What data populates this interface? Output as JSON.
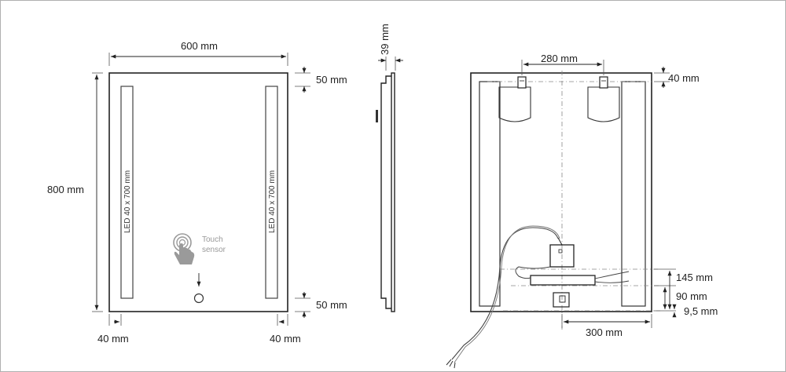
{
  "front": {
    "width_label": "600 mm",
    "height_label": "800 mm",
    "top_margin_label": "50 mm",
    "bottom_margin_label": "50 mm",
    "left_margin_label": "40 mm",
    "right_margin_label": "40 mm",
    "led_left_label": "LED 40 x 700 mm",
    "led_right_label": "LED 40 x 700 mm",
    "touch_label_line1": "Touch",
    "touch_label_line2": "sensor"
  },
  "side": {
    "depth_label": "39 mm"
  },
  "back": {
    "bracket_spacing_label": "280 mm",
    "bracket_top_label": "40 mm",
    "dim_145_label": "145 mm",
    "dim_90_label": "90 mm",
    "dim_95_label": "9,5 mm",
    "bottom_width_label": "300 mm"
  },
  "colors": {
    "line": "#222222",
    "thin": "#555555",
    "dash": "#888888",
    "touch_icon": "#9a9a9a"
  }
}
